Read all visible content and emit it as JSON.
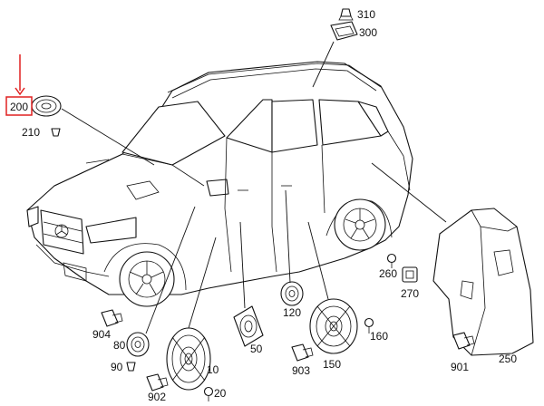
{
  "diagram": {
    "highlighted_callout": "200",
    "highlight_color": "#e02020",
    "callouts": [
      {
        "id": "c310",
        "label": "310"
      },
      {
        "id": "c300",
        "label": "300"
      },
      {
        "id": "c200",
        "label": "200"
      },
      {
        "id": "c210",
        "label": "210"
      },
      {
        "id": "c260",
        "label": "260"
      },
      {
        "id": "c270",
        "label": "270"
      },
      {
        "id": "c904",
        "label": "904"
      },
      {
        "id": "c120",
        "label": "120"
      },
      {
        "id": "c80",
        "label": "80"
      },
      {
        "id": "c50",
        "label": "50"
      },
      {
        "id": "c160",
        "label": "160"
      },
      {
        "id": "c90",
        "label": "90"
      },
      {
        "id": "c10",
        "label": "10"
      },
      {
        "id": "c903",
        "label": "903"
      },
      {
        "id": "c150",
        "label": "150"
      },
      {
        "id": "c250",
        "label": "250"
      },
      {
        "id": "c901",
        "label": "901"
      },
      {
        "id": "c20",
        "label": "20"
      },
      {
        "id": "c902",
        "label": "902"
      }
    ]
  }
}
